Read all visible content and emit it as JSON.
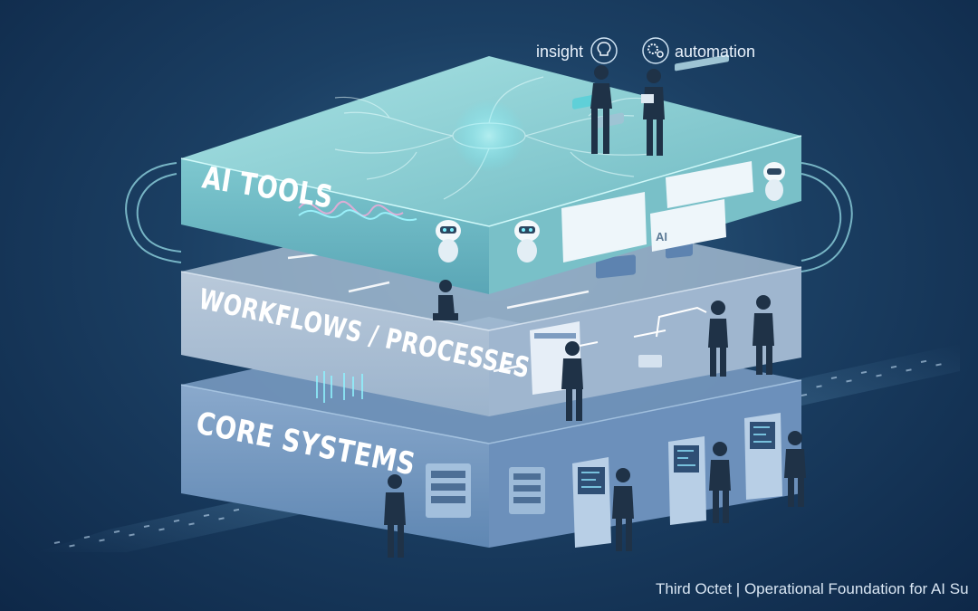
{
  "layers": {
    "top": "AI TOOLS",
    "middle": "WORKFLOWS / PROCESSES",
    "bottom": "CORE SYSTEMS"
  },
  "callouts": {
    "insight": "insight",
    "automation": "automation"
  },
  "ui_fragments": {
    "ai_badge": "AI"
  },
  "caption": "Third Octet | Operational Foundation for AI Su",
  "colors": {
    "background": "#16365a",
    "top_layer": "#7cc5cc",
    "middle_layer": "#a6bdd3",
    "bottom_layer": "#6f95bf",
    "accent_glow": "#5ff0ff"
  },
  "icons": [
    "lightbulb-icon",
    "gear-icon",
    "robot-icon",
    "chat-window-icon",
    "server-rack-icon",
    "terminal-kiosk-icon"
  ]
}
